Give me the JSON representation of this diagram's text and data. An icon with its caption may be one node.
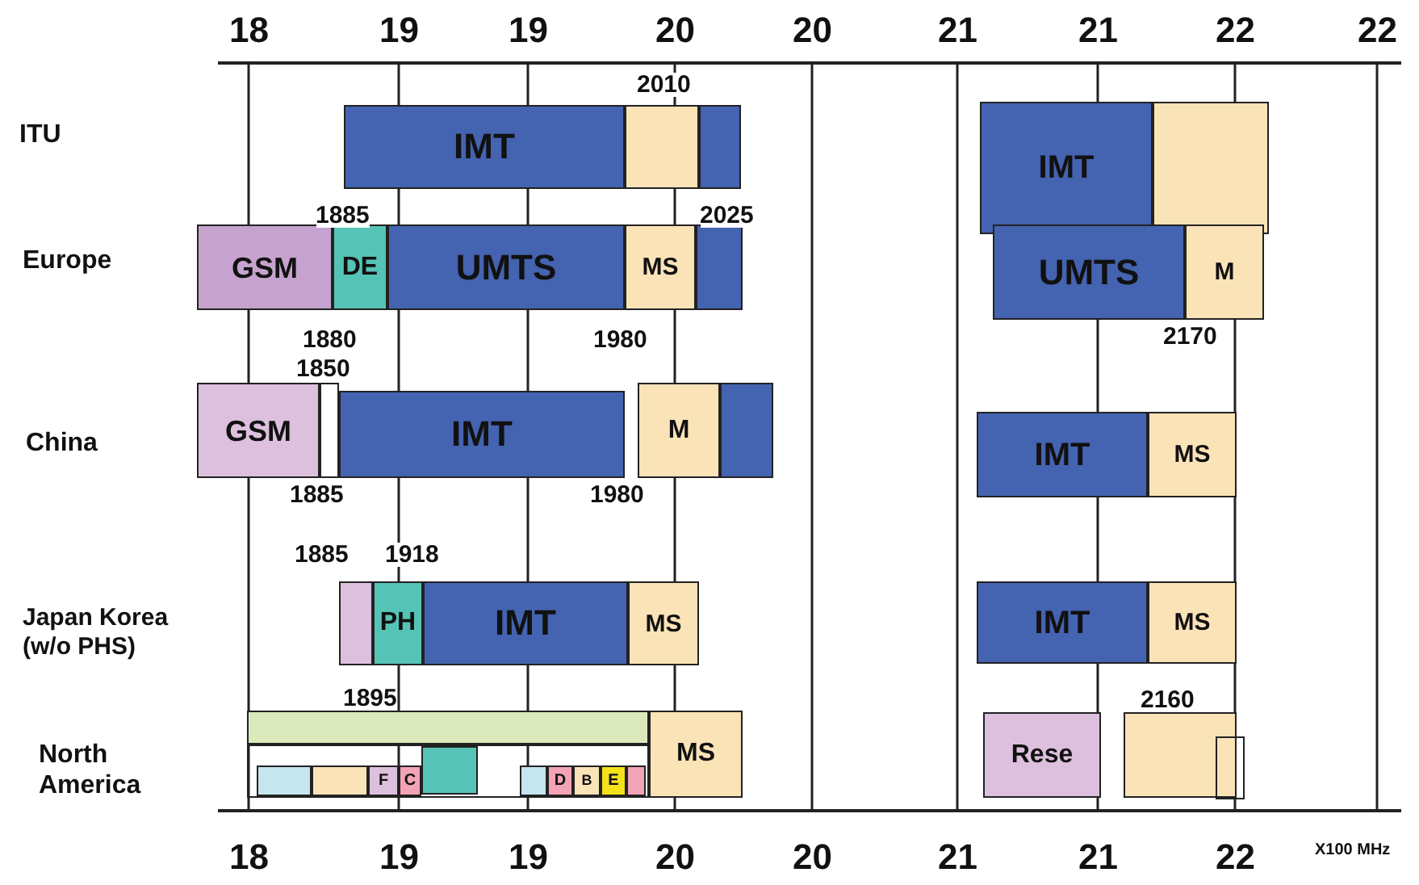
{
  "diagram": {
    "nodes": [
      {
        "text": [
          "IMT"
        ]
      },
      {
        "text": [],
        "shape": "box"
      },
      {
        "text": [],
        "shape": "box"
      },
      {
        "text": [
          "IMT"
        ]
      },
      {
        "text": [],
        "shape": "box"
      },
      {
        "text": [
          "GSM"
        ]
      },
      {
        "text": [
          "DE"
        ]
      },
      {
        "text": [
          "UMTS"
        ]
      },
      {
        "text": [
          "MS"
        ]
      },
      {
        "text": [],
        "shape": "box"
      },
      {
        "text": [
          "UMTS"
        ]
      },
      {
        "text": [
          "M"
        ]
      },
      {
        "text": [
          "GSM"
        ]
      },
      {
        "text": [],
        "shape": "box"
      },
      {
        "text": [
          "IMT"
        ]
      },
      {
        "text": [
          "M"
        ]
      },
      {
        "text": [],
        "shape": "box"
      },
      {
        "text": [
          "IMT"
        ]
      },
      {
        "text": [
          "MS"
        ]
      },
      {
        "text": [],
        "shape": "box"
      },
      {
        "text": [
          "PH"
        ]
      },
      {
        "text": [
          "IMT"
        ]
      },
      {
        "text": [
          "MS"
        ]
      },
      {
        "text": [
          "IMT"
        ]
      },
      {
        "text": [
          "MS"
        ]
      },
      {
        "text": [],
        "shape": "box"
      },
      {
        "text": [
          "MS"
        ]
      },
      {
        "text": [],
        "shape": "box"
      },
      {
        "text": [],
        "shape": "box",
        "in": 27
      },
      {
        "text": [],
        "shape": "box",
        "in": 27
      },
      {
        "text": [
          "F"
        ],
        "in": 27
      },
      {
        "text": [
          "C"
        ],
        "in": 27
      },
      {
        "text": [],
        "shape": "box",
        "in": 27
      },
      {
        "text": [],
        "shape": "box",
        "in": 27
      },
      {
        "text": [
          "D"
        ],
        "in": 27
      },
      {
        "text": [
          "B"
        ],
        "in": 27
      },
      {
        "text": [
          "E"
        ],
        "in": 27
      },
      {
        "text": [],
        "shape": "box",
        "in": 27
      },
      {
        "text": [
          "Rese"
        ]
      },
      {
        "text": [],
        "shape": "box"
      },
      {
        "text": [],
        "shape": "box",
        "in": 39
      }
    ],
    "labels": [
      "18",
      "19",
      "19",
      "20",
      "20",
      "21",
      "21",
      "22",
      "22",
      "2010",
      "ITU",
      "1885",
      "2025",
      "Europe",
      "1880",
      "1980",
      "2170",
      "1850",
      "China",
      "1885",
      "1980",
      "1885",
      "1918",
      "Japan Korea (w/o PHS)",
      "1895",
      "2160",
      "North America",
      "18",
      "19",
      "19",
      "20",
      "20",
      "21",
      "21",
      "22",
      "X100 MHz"
    ]
  }
}
